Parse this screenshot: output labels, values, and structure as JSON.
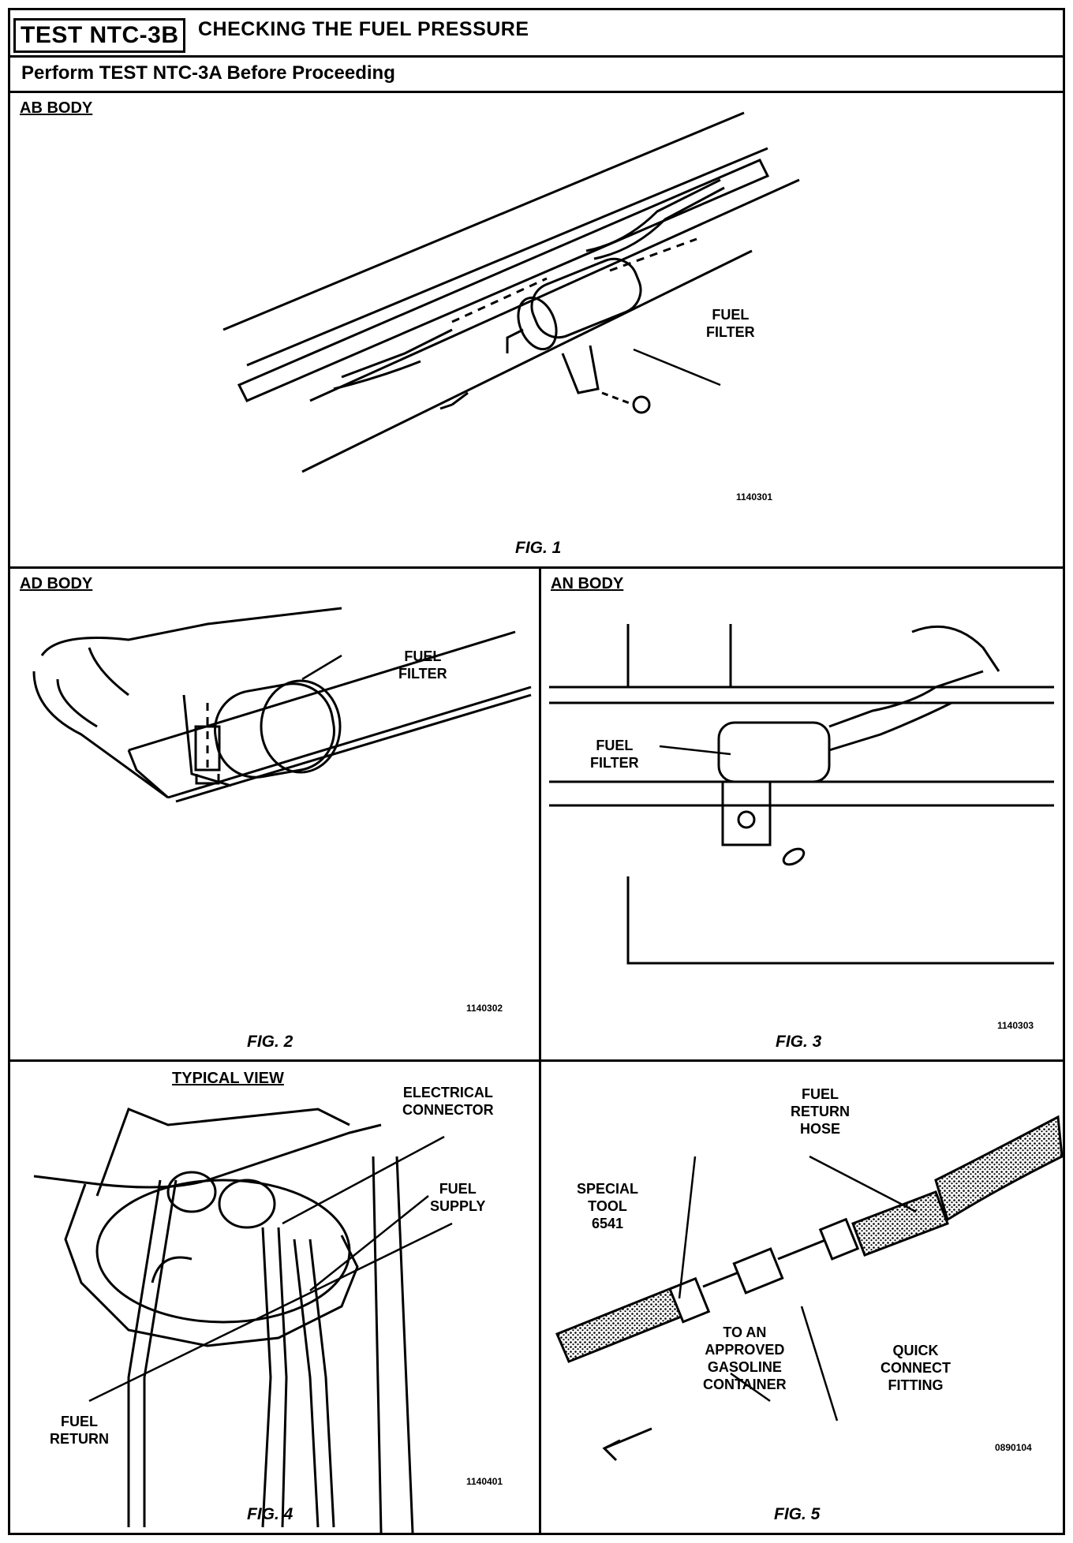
{
  "header": {
    "test_id": "TEST NTC-3B",
    "title": "CHECKING THE FUEL PRESSURE",
    "prerequisite": "Perform TEST NTC-3A Before Proceeding"
  },
  "panels": {
    "fig1": {
      "body": "AB BODY",
      "label_fuel_filter": "FUEL\nFILTER",
      "code": "1140301",
      "caption": "FIG. 1"
    },
    "fig2": {
      "body": "AD BODY",
      "label_fuel_filter": "FUEL\nFILTER",
      "code": "1140302",
      "caption": "FIG. 2"
    },
    "fig3": {
      "body": "AN BODY",
      "label_fuel_filter": "FUEL\nFILTER",
      "code": "1140303",
      "caption": "FIG. 3"
    },
    "fig4": {
      "view": "TYPICAL VIEW",
      "label_electrical_connector": "ELECTRICAL\nCONNECTOR",
      "label_fuel_supply": "FUEL\nSUPPLY",
      "label_fuel_return": "FUEL\nRETURN",
      "code": "1140401",
      "caption": "FIG. 4"
    },
    "fig5": {
      "label_fuel_return_hose": "FUEL\nRETURN\nHOSE",
      "label_special_tool": "SPECIAL\nTOOL\n6541",
      "label_container": "TO AN\nAPPROVED\nGASOLINE\nCONTAINER",
      "label_quick_connect": "QUICK\nCONNECT\nFITTING",
      "code": "0890104",
      "caption": "FIG. 5"
    }
  }
}
